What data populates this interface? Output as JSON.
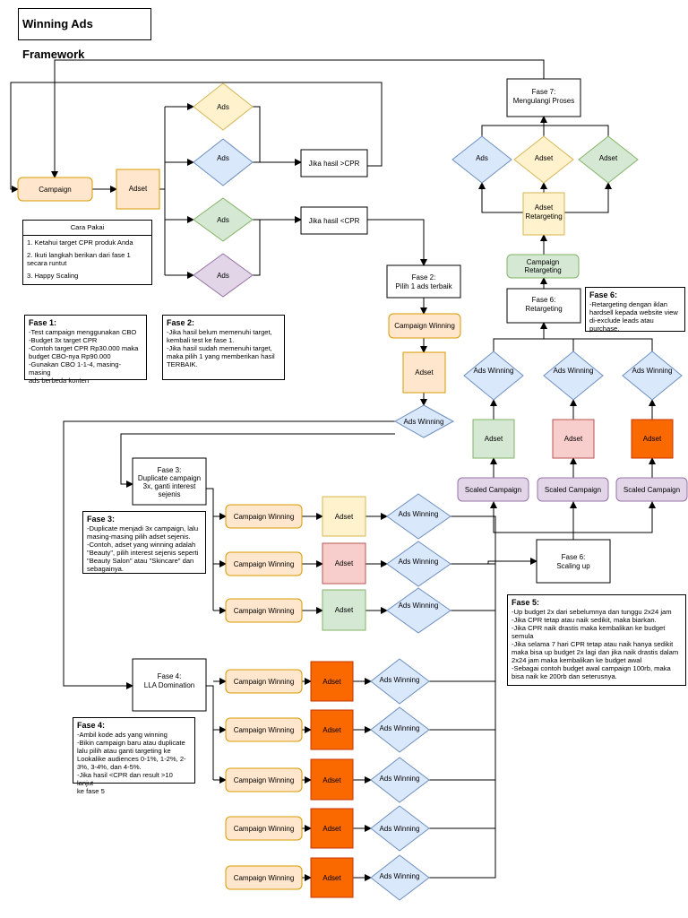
{
  "title": "Winning Ads Framework",
  "colors": {
    "yellow_fill": "#fff2cc",
    "yellow_stroke": "#d6b656",
    "blue_fill": "#dae8fc",
    "blue_stroke": "#6c8ebf",
    "green_fill": "#d5e8d4",
    "green_stroke": "#82b366",
    "purple_fill": "#e1d5e7",
    "purple_stroke": "#9673a6",
    "orange_fill": "#ffe6cc",
    "orange_stroke": "#d79b00",
    "red_fill": "#f8cecc",
    "red_stroke": "#b85450",
    "dark_orange_fill": "#fa6800",
    "dark_orange_stroke": "#c73500"
  },
  "nodes": {
    "campaign": "Campaign",
    "adset": "Adset",
    "ads": "Ads",
    "cpr_high": "Jika hasil >CPR",
    "cpr_low": "Jika hasil <CPR",
    "fase2_box": [
      "Fase 2:",
      "Pilih 1 ads terbaik"
    ],
    "campaign_winning": "Campaign Winning",
    "ads_winning": "Ads Winning",
    "fase3_box": [
      "Fase 3:",
      "Duplicate campaign",
      "3x, ganti interest",
      "sejenis"
    ],
    "fase4_box": [
      "Fase 4:",
      "LLA Domination"
    ],
    "fase6_scaling": [
      "Fase 6:",
      "Scaling up"
    ],
    "scaled_campaign": "Scaled Campaign",
    "fase6_retargeting": [
      "Fase 6:",
      "Retargeting"
    ],
    "campaign_retargeting": [
      "Campaign",
      "Retargeting"
    ],
    "adset_retargeting": [
      "Adset",
      "Retargeting"
    ],
    "fase7_box": [
      "Fase 7:",
      "Mengulangi Proses"
    ]
  },
  "cara_pakai": {
    "title": "Cara Pakai",
    "items": [
      "1. Ketahui target CPR produk Anda",
      "2. Ikuti langkah berikan dari fase 1",
      "secara runtut",
      "3. Happy Scaling"
    ]
  },
  "notes": {
    "fase1": {
      "heading": "Fase 1:",
      "lines": [
        "-Test campaign menggunakan CBO",
        "-Budget 3x target CPR",
        "-Contoh target CPR Rp30.000 maka",
        "budget CBO-nya Rp90.000",
        "-Gunakan CBO 1-1-4, masing-masing",
        "ads berbeda konten"
      ]
    },
    "fase2": {
      "heading": "Fase 2:",
      "lines": [
        "-Jika hasil belum memenuhi target,",
        "kembali test ke fase 1.",
        "-Jika hasil sudah memenuhi target,",
        "maka pilih 1 yang memberikan hasil",
        "TERBAIK."
      ]
    },
    "fase3": {
      "heading": "Fase 3:",
      "lines": [
        "-Duplicate menjadi 3x campaign, lalu",
        "masing-masing pilih adset sejenis.",
        "-Contoh, adset yang winning adalah",
        "\"Beauty\", pilih interest sejenis seperti",
        "\"Beauty Salon\" atau \"Skincare\" dan",
        "sebagainya."
      ]
    },
    "fase4": {
      "heading": "Fase 4:",
      "lines": [
        "-Ambil kode ads yang winning",
        "-Bikin campaign baru atau duplicate",
        "lalu pilih atau ganti targeting ke",
        "Lookalike audiences 0-1%, 1-2%, 2-",
        "3%, 3-4%, dan 4-5%.",
        "-Jika hasil <CPR dan result >10 lanjut",
        "ke fase 5"
      ]
    },
    "fase5": {
      "heading": "Fase 5:",
      "lines": [
        "-Up budget 2x dari sebelumnya dan tunggu 2x24 jam",
        "-Jika CPR tetap atau naik sedikit, maka biarkan.",
        "-Jika CPR naik drastis maka kembalikan ke budget",
        "semula",
        "-Jika selama 7 hari CPR tetap atau naik hanya sedikit",
        "maka bisa up budget 2x lagi dan jika naik drastis dalam",
        "2x24 jam maka kembalikan ke budget awal",
        "-Sebagai contoh budget awal campaign 100rb, maka",
        "bisa naik ke 200rb dan seterusnya."
      ]
    },
    "fase6": {
      "heading": "Fase 6:",
      "lines": [
        "-Retargeting dengan iklan",
        "hardsell kepada website view",
        "di-exclude leads atau",
        "purchase."
      ]
    }
  }
}
